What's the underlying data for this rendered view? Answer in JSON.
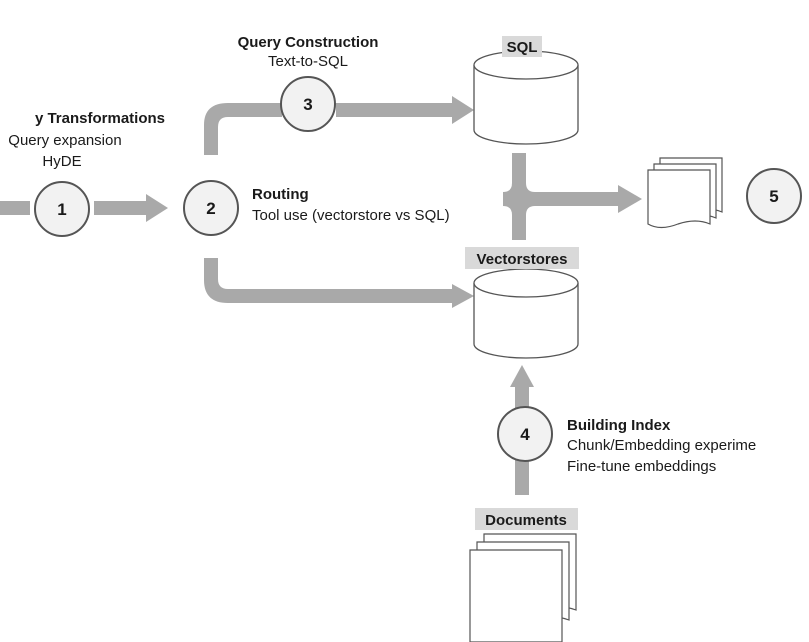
{
  "nodes": {
    "n1": {
      "number": "1",
      "title": "y Transformations",
      "lines": [
        "Query expansion",
        "HyDE"
      ]
    },
    "n2": {
      "number": "2",
      "title": "Routing",
      "lines": [
        "Tool use (vectorstore vs SQL)"
      ]
    },
    "n3": {
      "number": "3",
      "title": "Query Construction",
      "lines": [
        "Text-to-SQL"
      ]
    },
    "n4": {
      "number": "4",
      "title": "Building Index",
      "lines": [
        "Chunk/Embedding experime",
        "Fine-tune embeddings"
      ]
    },
    "n5": {
      "number": "5"
    }
  },
  "stores": {
    "sql": {
      "label": "SQL"
    },
    "vectorstores": {
      "label": "Vectorstores"
    },
    "documents": {
      "label": "Documents"
    }
  },
  "colors": {
    "arrow": "#a9a9a9",
    "label_bg": "#d9d9d9",
    "stroke": "#555555",
    "circle_fill": "#f2f2f2",
    "shape_fill": "#ffffff"
  }
}
